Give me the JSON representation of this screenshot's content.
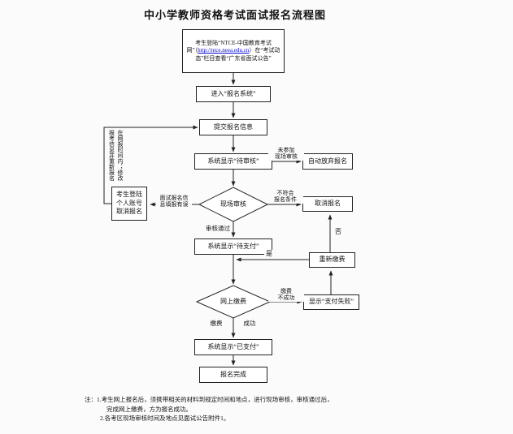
{
  "title": "中小学教师资格考试面试报名流程图",
  "link_color": "#0000cc",
  "nodes": {
    "start_pre": "考生登陆“NTCE-中国教育考试网”（",
    "start_url": "http://ntce.neea.edu.cn",
    "start_post": "）在“考试动态”栏目查看“广东省面试公告”",
    "enter": "进入“报名系统”",
    "submit": "提交报名信息",
    "pending_review": "系统显示“待审核”",
    "auto_abandon": "自动放弃报名",
    "review_diamond": "现场审核",
    "cancel": "取消报名",
    "cancel_account": "考生登陆个人账号取消报名",
    "pending_pay": "系统显示“待支付”",
    "repay": "重新缴费",
    "pay_diamond": "网上缴费",
    "pay_fail": "显示“支付失败”",
    "paid": "系统显示“已支付”",
    "done": "报名完成"
  },
  "labels": {
    "no_onsite": {
      "l1": "未参加",
      "l2": "现场审核"
    },
    "not_qualified": {
      "l1": "不符合",
      "l2": "报名条件"
    },
    "wrong_info": {
      "l1": "面试报名信",
      "l2": "息填报有误"
    },
    "approved": "审核通过",
    "yes_label": "是",
    "no_label": "否",
    "pay_fail_branch": {
      "l1": "缴费",
      "l2": "不成功"
    },
    "pay_success": {
      "l1": "缴费",
      "l2": "成功"
    },
    "side_note": {
      "l1": "在网报时间内；修改",
      "l2": "报考信息并重新报名"
    }
  },
  "notes": {
    "prefix": "注：",
    "line1": "1.考生网上报名后，须携带相关的材料到规定时间和地点，进行现场审核，审核通过后，",
    "line2": "完成网上缴费，方为报名成功。",
    "line3": "2.各考区现场审核时间及地点见面试公告附件1。"
  }
}
